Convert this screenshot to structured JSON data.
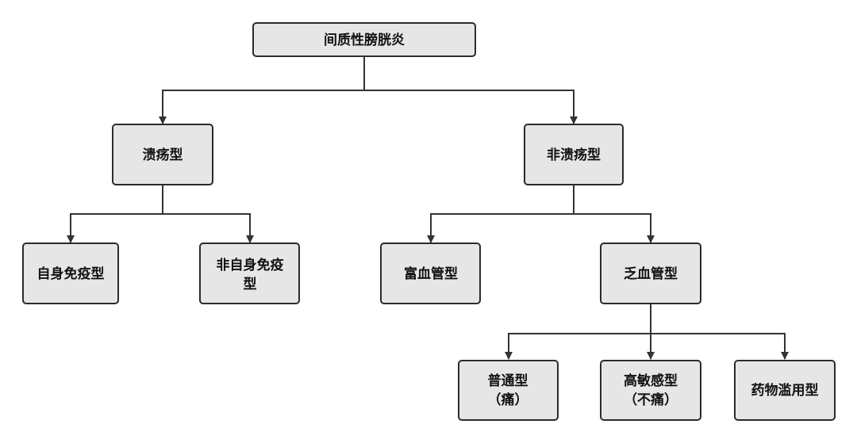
{
  "diagram": {
    "nodes": {
      "root": "间质性膀胱炎",
      "ulcer": "溃疡型",
      "non_ulcer": "非溃疡型",
      "autoimmune": "自身免疫型",
      "non_autoimmune_line1": "非自身免疫",
      "non_autoimmune_line2": "型",
      "vascular_rich": "富血管型",
      "vascular_poor": "乏血管型",
      "common_line1": "普通型",
      "common_line2": "（痛）",
      "hypersensitive_line1": "高敏感型",
      "hypersensitive_line2": "（不痛）",
      "drug_abuse": "药物滥用型"
    }
  }
}
